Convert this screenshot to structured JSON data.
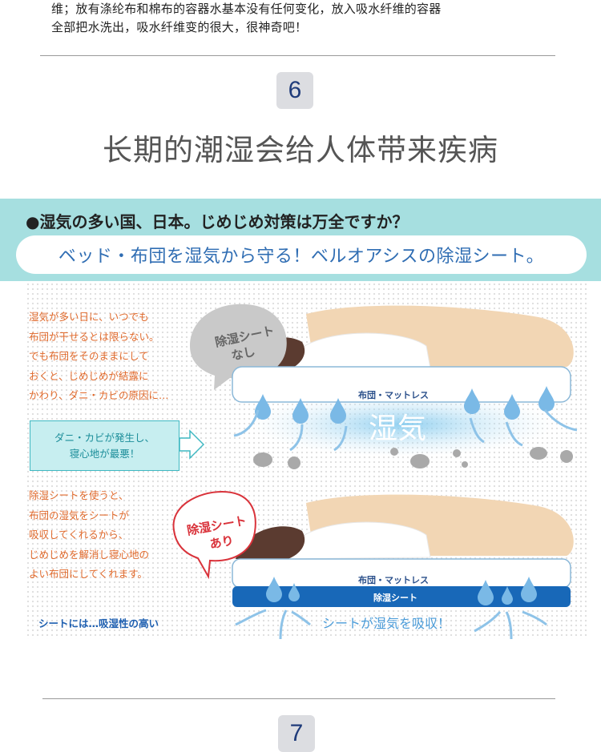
{
  "intro": {
    "line1": "维；放有涤纶布和棉布的容器水基本没有任何变化，放入吸水纤维的容器",
    "line2": "全部把水洗出，吸水纤维变的很大，很神奇吧！"
  },
  "section6": {
    "number": "6",
    "title": "长期的潮湿会给人体带来疾病"
  },
  "banner": {
    "title": "●湿気の多い国、日本。じめじめ対策は万全ですか？",
    "subtitle": "ベッド・布団を湿気から守る！ベルオアシスの除湿シート。"
  },
  "illustration": {
    "note_top": [
      "湿気が多い日に、いつでも",
      "布団が干せるとは限らない。",
      "でも布団をそのままにして",
      "おくと、じめじめが結露に",
      "かわり、ダニ・カビの原因に…"
    ],
    "cyan_box": [
      "ダニ・カビが発生し、",
      "寝心地が最悪！"
    ],
    "bubble_without": [
      "除湿シート",
      "なし"
    ],
    "mattress_label": "布団・マットレス",
    "humidity_label": "湿気",
    "note_bottom": [
      "除湿シートを使うと、",
      "布団の湿気をシートが",
      "吸収してくれるから、",
      "じめじめを解消し寝心地の",
      "よい布団にしてくれます。"
    ],
    "bubble_with": [
      "除湿シート",
      "あり"
    ],
    "sheet_label": "除湿シート",
    "absorb_label": "シートが湿気を吸収！",
    "tip": "シートには…吸湿性の高い"
  },
  "section7": {
    "number": "7"
  },
  "colors": {
    "accent_blue": "#2f6db3",
    "banner_bg": "#a6dfe0",
    "note_orange": "#e06a2c",
    "bubble_red": "#d9323a"
  }
}
